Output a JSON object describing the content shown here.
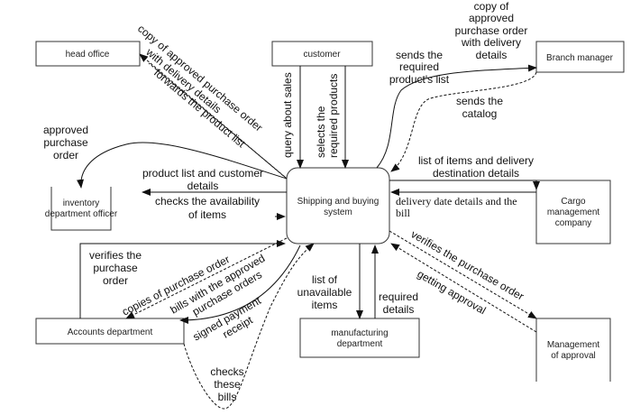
{
  "diagram": {
    "title": "Shipping and buying system data flow",
    "central_process": {
      "label_line1": "Shipping and buying",
      "label_line2": "system"
    },
    "entities": {
      "head_office": {
        "label": "head office"
      },
      "customer": {
        "label": "customer"
      },
      "branch_manager": {
        "label": "Branch manager"
      },
      "inventory": {
        "label_line1": "inventory",
        "label_line2": "department officer"
      },
      "cargo": {
        "label_line1": "Cargo",
        "label_line2": "management",
        "label_line3": "company"
      },
      "accounts": {
        "label": "Accounts department"
      },
      "manufacturing": {
        "label_line1": "manufacturing",
        "label_line2": "department"
      },
      "approval": {
        "label_line1": "Management",
        "label_line2": "of approval"
      }
    },
    "flows": {
      "copy_to_head_office": {
        "line1": "copy of approved purchase order",
        "line2": "with delivery details"
      },
      "forwards_product_list": {
        "label": "forwards the product list"
      },
      "approved_purchase_order": {
        "line1": "approved",
        "line2": "purchase",
        "line3": "order"
      },
      "product_list_customer": {
        "line1": "product list and customer",
        "line2": "details"
      },
      "checks_availability": {
        "line1": "checks the availability",
        "line2": "of items"
      },
      "query_about_sales": {
        "label": "query about sales"
      },
      "selects_products": {
        "line1": "selects the",
        "line2": "required products"
      },
      "sends_required_list": {
        "line1": "sends the",
        "line2": "required",
        "line3": "product's list"
      },
      "copy_to_branch": {
        "line1": "copy of",
        "line2": "approved",
        "line3": "purchase order",
        "line4": "with delivery",
        "line5": "details"
      },
      "sends_catalog": {
        "line1": "sends the",
        "line2": "catalog"
      },
      "list_items_delivery": {
        "line1": "list of items and delivery",
        "line2": "destination details"
      },
      "delivery_date_bill": {
        "line1": "delivery date details and the",
        "line2": "bill"
      },
      "verifies_po_accounts": {
        "line1": "verifies the",
        "line2": "purchase",
        "line3": "order"
      },
      "copies_po": {
        "label": "copies of purchase order"
      },
      "bills_approved": {
        "line1": "bills with the approved",
        "line2": "purchase orders"
      },
      "signed_receipt": {
        "line1": "signed payment",
        "line2": "receipt"
      },
      "checks_bills": {
        "line1": "checks",
        "line2": "these",
        "line3": "bills"
      },
      "list_unavailable": {
        "line1": "list of",
        "line2": "unavailable",
        "line3": "items"
      },
      "required_details": {
        "line1": "required",
        "line2": "details"
      },
      "verifies_po_approval": {
        "label": "verifies the purchase order"
      },
      "getting_approval": {
        "label": "getting approval"
      }
    }
  }
}
